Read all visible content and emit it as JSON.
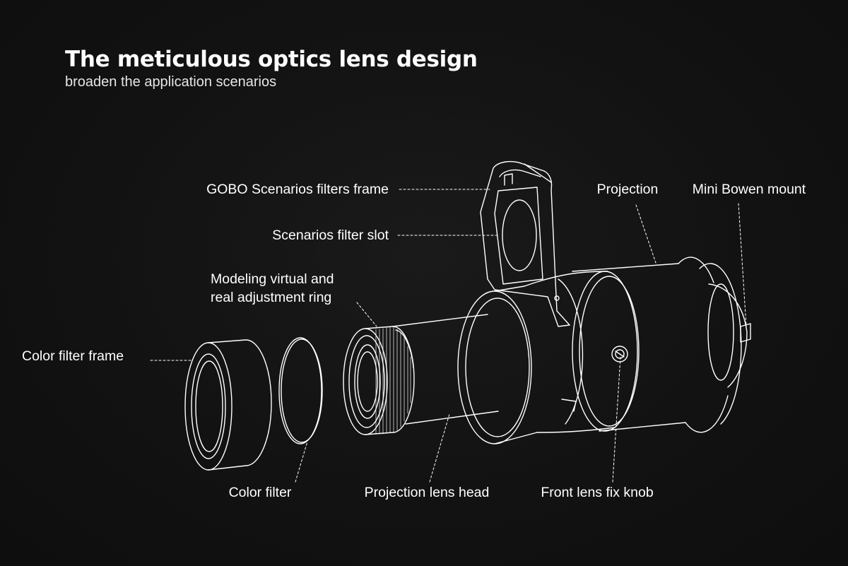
{
  "heading": {
    "title": "The meticulous optics lens design",
    "subtitle": "broaden the application scenarios"
  },
  "callouts": {
    "gobo_frame": "GOBO Scenarios filters frame",
    "filter_slot": "Scenarios filter slot",
    "adjust_ring": {
      "line1": "Modeling virtual and",
      "line2": "real adjustment ring"
    },
    "color_filter_frame": "Color filter frame",
    "color_filter": "Color filter",
    "lens_head": "Projection lens head",
    "fix_knob": "Front lens fix knob",
    "projection": "Projection",
    "bowen_mount": "Mini Bowen mount"
  },
  "colors": {
    "background": "#121212",
    "line_art": "#ffffff",
    "text": "#ffffff"
  }
}
